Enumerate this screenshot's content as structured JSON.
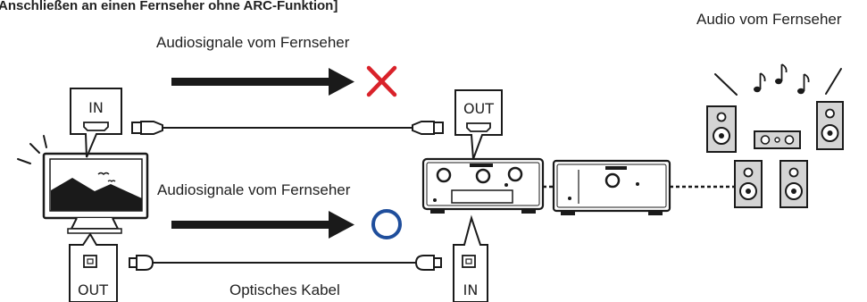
{
  "header": {
    "title": "Anschließen an einen Fernseher ohne ARC-Funktion]",
    "audio_from_tv": "Audio vom Fernseher"
  },
  "hdmi_path": {
    "signal_label": "Audiosignale vom Fernseher",
    "result": "not-transmitted",
    "result_icon": "cross-icon",
    "result_color": "#d9222a",
    "tv_port": "IN",
    "receiver_port": "OUT"
  },
  "optical_path": {
    "signal_label": "Audiosignale vom Fernseher",
    "result": "transmitted",
    "result_icon": "circle-icon",
    "result_color": "#1f4e9c",
    "cable_label": "Optisches Kabel",
    "tv_port": "OUT",
    "receiver_port": "IN"
  },
  "colors": {
    "line": "#1a1a1a",
    "speaker_fill": "#d4d4d4"
  }
}
